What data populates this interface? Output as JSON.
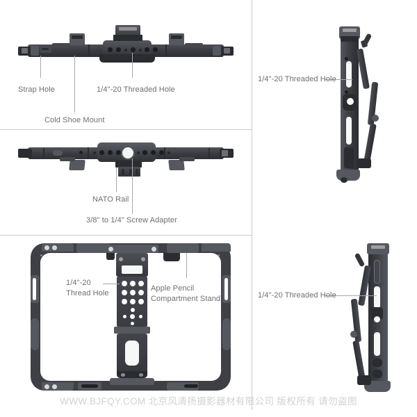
{
  "document": {
    "title": "Tablet Cage Accessory Feature Callout Sheet",
    "background_color": "#ffffff",
    "divider_color": "#c9c9c9",
    "label_color": "#6e6e72",
    "metal_color": "#3b3d42",
    "watermark_color": "#d2d2d6"
  },
  "panels": [
    {
      "id": "top-left",
      "name": "top-handle-front-view",
      "labels": [
        {
          "text": "Strap Hole"
        },
        {
          "text": "1/4\"-20 Threaded Hole"
        },
        {
          "text": "Cold Shoe Mount"
        }
      ]
    },
    {
      "id": "mid-left",
      "name": "bottom-handle-view",
      "labels": [
        {
          "text": "NATO Rail"
        },
        {
          "text": "3/8\" to 1/4\" Screw Adapter"
        }
      ]
    },
    {
      "id": "bottom-left",
      "name": "cage-front-view",
      "labels": [
        {
          "text": "1/4\"-20"
        },
        {
          "text": "Thread Hole"
        },
        {
          "text": "Apple Pencil"
        },
        {
          "text": "Compartment Stand"
        }
      ]
    },
    {
      "id": "right-top",
      "name": "cage-side-view-left",
      "labels": [
        {
          "text": "1/4\"-20 Threaded Hole"
        }
      ]
    },
    {
      "id": "right-bottom",
      "name": "cage-side-view-right",
      "labels": [
        {
          "text": "1/4\"-20 Threaded Hole"
        }
      ]
    }
  ],
  "watermark": {
    "text": "WWW.BJFQY.COM 北京风清扬摄影器材有限公司 版权所有 请勿盗图"
  }
}
